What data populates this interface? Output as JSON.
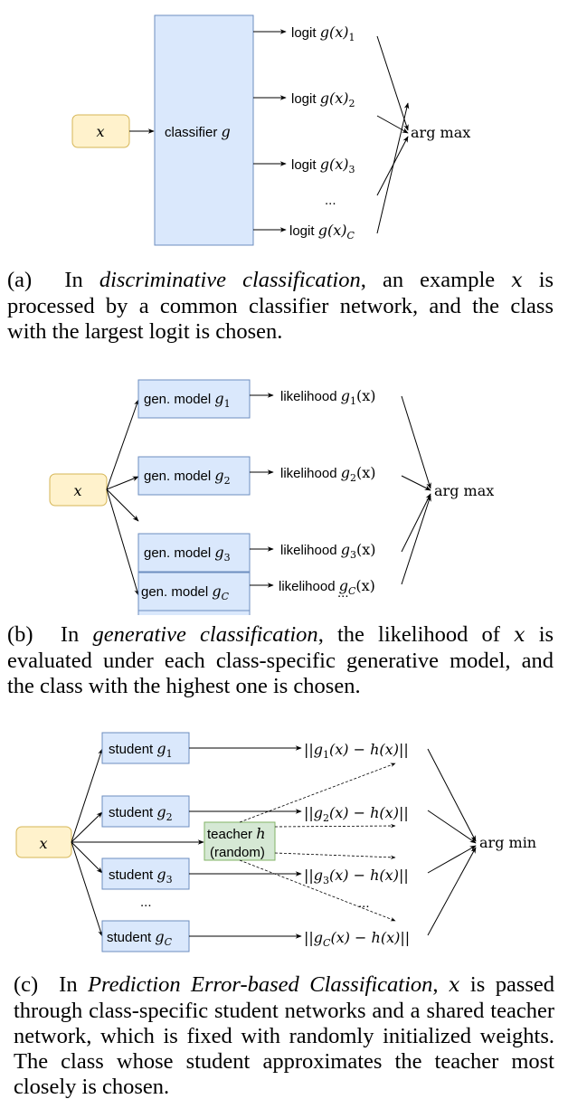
{
  "colors": {
    "input_fill": "#fff2cc",
    "input_stroke": "#d6b656",
    "model_fill": "#dae8fc",
    "model_stroke": "#6c8ebf",
    "teacher_fill": "#d5e8d4",
    "teacher_stroke": "#82b366",
    "line": "#000000"
  },
  "panel_a": {
    "input_label": "x",
    "classifier_label": "classifier",
    "classifier_symbol": "g",
    "outputs": [
      {
        "prefix": "logit",
        "expr": "g(x)",
        "sub": "1"
      },
      {
        "prefix": "logit",
        "expr": "g(x)",
        "sub": "2"
      },
      {
        "prefix": "logit",
        "expr": "g(x)",
        "sub": "3"
      },
      {
        "prefix": "logit",
        "expr": "g(x)",
        "sub": "C"
      }
    ],
    "ellipsis": "...",
    "aggregator": "arg max",
    "caption": {
      "label": "(a)",
      "pre": "In",
      "italic": "discriminative classification",
      "rest1": ", an example",
      "var": "x",
      "rest2": "is processed by a common classifier network, and the class with the largest logit is chosen."
    }
  },
  "panel_b": {
    "input_label": "x",
    "models": [
      {
        "label": "gen. model",
        "sym": "g",
        "sub": "1"
      },
      {
        "label": "gen. model",
        "sym": "g",
        "sub": "2"
      },
      {
        "label": "gen. model",
        "sym": "g",
        "sub": "3"
      },
      {
        "label": "gen. model",
        "sym": "g",
        "sub": "C"
      }
    ],
    "outputs": [
      {
        "prefix": "likelihood",
        "sym": "g",
        "sub": "1",
        "arg": "(x)"
      },
      {
        "prefix": "likelihood",
        "sym": "g",
        "sub": "2",
        "arg": "(x)"
      },
      {
        "prefix": "likelihood",
        "sym": "g",
        "sub": "3",
        "arg": "(x)"
      },
      {
        "prefix": "likelihood",
        "sym": "g",
        "sub": "C",
        "arg": "(x)"
      }
    ],
    "ellipsis": "...",
    "aggregator": "arg max",
    "caption": {
      "label": "(b)",
      "pre": "In",
      "italic": "generative classification",
      "rest1": ", the likelihood of",
      "var": "x",
      "rest2": "is evaluated under each class-specific generative model, and the class with the highest one is chosen."
    }
  },
  "panel_c": {
    "input_label": "x",
    "students": [
      {
        "label": "student",
        "sym": "g",
        "sub": "1"
      },
      {
        "label": "student",
        "sym": "g",
        "sub": "2"
      },
      {
        "label": "student",
        "sym": "g",
        "sub": "3"
      },
      {
        "label": "student",
        "sym": "g",
        "sub": "C"
      }
    ],
    "teacher": {
      "label": "teacher",
      "sym": "h",
      "note": "(random)"
    },
    "outputs": [
      {
        "sym": "g",
        "sub": "1",
        "expr": "(x) − h(x)"
      },
      {
        "sym": "g",
        "sub": "2",
        "expr": "(x) − h(x)"
      },
      {
        "sym": "g",
        "sub": "3",
        "expr": "(x) − h(x)"
      },
      {
        "sym": "g",
        "sub": "C",
        "expr": "(x) − h(x)"
      }
    ],
    "norm_bars": "||",
    "ellipsis": "...",
    "aggregator": "arg min",
    "caption": {
      "label": "(c)",
      "pre": "In",
      "italic": "Prediction Error-based Classification",
      "rest1": ",",
      "var": "x",
      "rest2": "is passed through class-specific student networks and a shared teacher network, which is fixed with randomly initialized weights. The class whose student approximates the teacher most closely is chosen."
    }
  }
}
